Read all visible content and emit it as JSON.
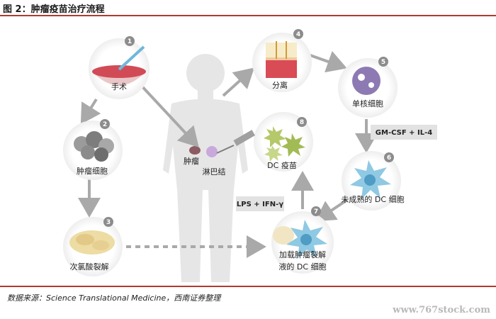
{
  "title": "图 2：肿瘤疫苗治疗流程",
  "source": "数据来源：Science Translational Medicine，西南证券整理",
  "watermark": "www.767stock.com",
  "steps": [
    {
      "num": "1",
      "label": "手术"
    },
    {
      "num": "2",
      "label": "肿瘤细胞"
    },
    {
      "num": "3",
      "label": "次氯酸裂解"
    },
    {
      "num": "4",
      "label": "分离"
    },
    {
      "num": "5",
      "label": "单核细胞"
    },
    {
      "num": "6",
      "label": "未成熟的 DC 细胞"
    },
    {
      "num": "7",
      "label_line1": "加载肿瘤裂解",
      "label_line2": "液的 DC 细胞"
    },
    {
      "num": "8",
      "label": "DC 疫苗"
    }
  ],
  "body_labels": {
    "tumor": "肿瘤",
    "lymph": "淋巴结"
  },
  "boxes": {
    "cytokines": "GM-CSF + IL-4",
    "activation": "LPS + IFN-γ"
  },
  "colors": {
    "rule": "#b03a2e",
    "arrow": "#a9a9a9",
    "badge": "#8c8c8c",
    "dc_cell": "#8fc9e3",
    "vaccine_cell": "#b5c86a",
    "monocyte": "#8d7ab3"
  }
}
